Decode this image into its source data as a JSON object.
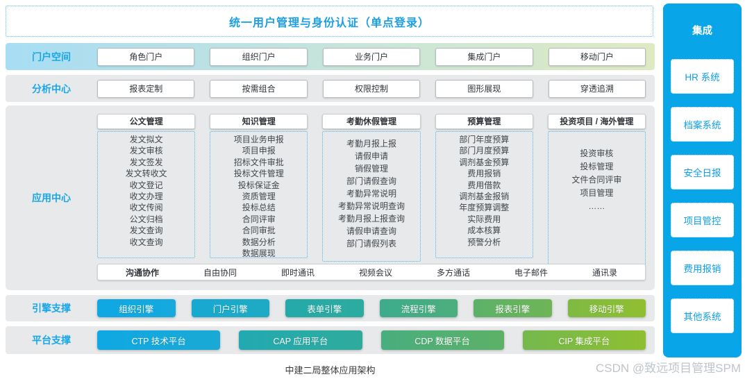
{
  "banner": {
    "title": "统一用户管理与身份认证（单点登录）"
  },
  "rows": {
    "portal": {
      "label": "门户空间",
      "items": [
        "角色门户",
        "组织门户",
        "业务门户",
        "集成门户",
        "移动门户"
      ]
    },
    "analysis": {
      "label": "分析中心",
      "items": [
        "报表定制",
        "按需组合",
        "权限控制",
        "图形展现",
        "穿透追溯"
      ]
    }
  },
  "app_center": {
    "label": "应用中心",
    "columns": [
      {
        "header": "公文管理",
        "items": [
          "发文拟文",
          "发文审核",
          "发文签发",
          "发文转收文",
          "收文登记",
          "收文办理",
          "收文传阅",
          "公文归档",
          "发文查询",
          "收文查询"
        ]
      },
      {
        "header": "知识管理",
        "items": [
          "项目业务申报",
          "项目申报",
          "招标文件审批",
          "投标文件管理",
          "投标保证金",
          "资质管理",
          "投标总结",
          "合同评审",
          "合同审批",
          "数据分析",
          "数据展现"
        ]
      },
      {
        "header": "考勤休假管理",
        "items": [
          "考勤月报上报",
          "请假申请",
          "销假管理",
          "部门请假查询",
          "考勤异常说明",
          "考勤异常说明查询",
          "考勤月报上报查询",
          "请假申请查询",
          "部门请假列表"
        ]
      },
      {
        "header": "预算管理",
        "items": [
          "部门年度预算",
          "部门月度预算",
          "调剂基金预算",
          "费用报销",
          "费用借款",
          "调剂基金报销",
          "年度预算调整",
          "实际费用",
          "成本核算",
          "预警分析"
        ]
      },
      {
        "header": "投资项目 / 海外管理",
        "items": [
          "投资审核",
          "投标管理",
          "文件合同评审",
          "项目管理",
          "……"
        ]
      }
    ],
    "comm": {
      "label": "沟通协作",
      "items": [
        "自由协同",
        "即时通讯",
        "视频会议",
        "多方通话",
        "电子邮件",
        "通讯录"
      ]
    }
  },
  "engine": {
    "label": "引擎支撑",
    "items": [
      {
        "label": "组织引擎",
        "c1": "#0fa8e4",
        "c2": "#16a9dc"
      },
      {
        "label": "门户引擎",
        "c1": "#17a9d2",
        "c2": "#1faac2"
      },
      {
        "label": "表单引擎",
        "c1": "#24aaab",
        "c2": "#2dab9e"
      },
      {
        "label": "流程引擎",
        "c1": "#3dac8c",
        "c2": "#4cae7c"
      },
      {
        "label": "报表引擎",
        "c1": "#5cb168",
        "c2": "#6fb556"
      },
      {
        "label": "移动引擎",
        "c1": "#7eba43",
        "c2": "#90bf30"
      }
    ]
  },
  "platform": {
    "label": "平台支撑",
    "items": [
      {
        "label": "CTP 技术平台",
        "c1": "#0fa8e4",
        "c2": "#1aa9d4"
      },
      {
        "label": "CAP 应用平台",
        "c1": "#22aab2",
        "c2": "#2fab9b"
      },
      {
        "label": "CDP 数据平台",
        "c1": "#48ae7e",
        "c2": "#5db167"
      },
      {
        "label": "CIP 集成平台",
        "c1": "#74b84e",
        "c2": "#8fbf31"
      }
    ]
  },
  "sidebar": {
    "title": "集成",
    "systems": [
      "HR 系统",
      "档案系统",
      "安全日报",
      "项目管控",
      "费用报销",
      "其他系统"
    ]
  },
  "footer": {
    "caption": "中建二局整体应用架构",
    "watermark": "CSDN @致远项目管理SPM"
  },
  "colors": {
    "accent_blue": "#1ba7e6",
    "title_blue": "#1d9fe2",
    "sidebar_bg": "#09a5e9",
    "band_gray": "#e7e9ea",
    "portal_gradient": [
      "#a7ddf4",
      "#c9e5d9",
      "#dfeac3"
    ],
    "dashed_border": "#4fb5ea"
  }
}
